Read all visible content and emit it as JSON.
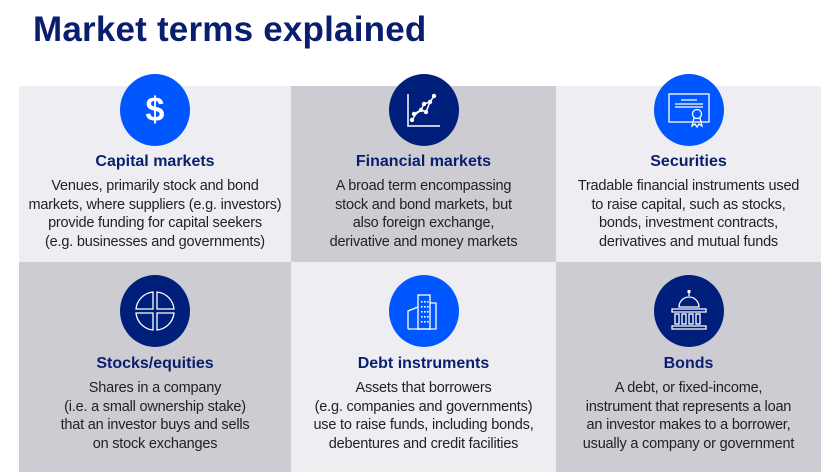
{
  "title": "Market terms explained",
  "colors": {
    "navy": "#0A1E6E",
    "blue": "#0057FF",
    "icon_navy": "#001F7A",
    "light": "#EEEEF2",
    "gray": "#CCCCD2"
  },
  "terms": [
    {
      "name": "Capital markets",
      "icon": "dollar-icon",
      "lines": [
        "Venues, primarily stock and bond",
        "markets, where suppliers (e.g. investors)",
        "provide funding for capital seekers",
        "(e.g. businesses and governments)"
      ]
    },
    {
      "name": "Financial markets",
      "icon": "line-chart-icon",
      "lines": [
        "A broad term encompassing",
        "stock and bond markets, but",
        "also foreign exchange,",
        "derivative and money markets"
      ]
    },
    {
      "name": "Securities",
      "icon": "certificate-icon",
      "lines": [
        "Tradable financial instruments used",
        "to raise capital, such as stocks,",
        "bonds, investment contracts,",
        "derivatives and mutual funds"
      ]
    },
    {
      "name": "Stocks/equities",
      "icon": "pie-quarters-icon",
      "lines": [
        "Shares in a company",
        "(i.e. a small ownership stake)",
        "that an investor buys and sells",
        "on stock exchanges"
      ]
    },
    {
      "name": "Debt instruments",
      "icon": "buildings-icon",
      "lines": [
        "Assets that borrowers",
        "(e.g. companies and governments)",
        "use to raise funds, including bonds,",
        "debentures and credit facilities"
      ]
    },
    {
      "name": "Bonds",
      "icon": "government-building-icon",
      "lines": [
        "A debt, or fixed-income,",
        "instrument that represents a loan",
        "an investor makes to a borrower,",
        "usually a company or government"
      ]
    }
  ]
}
